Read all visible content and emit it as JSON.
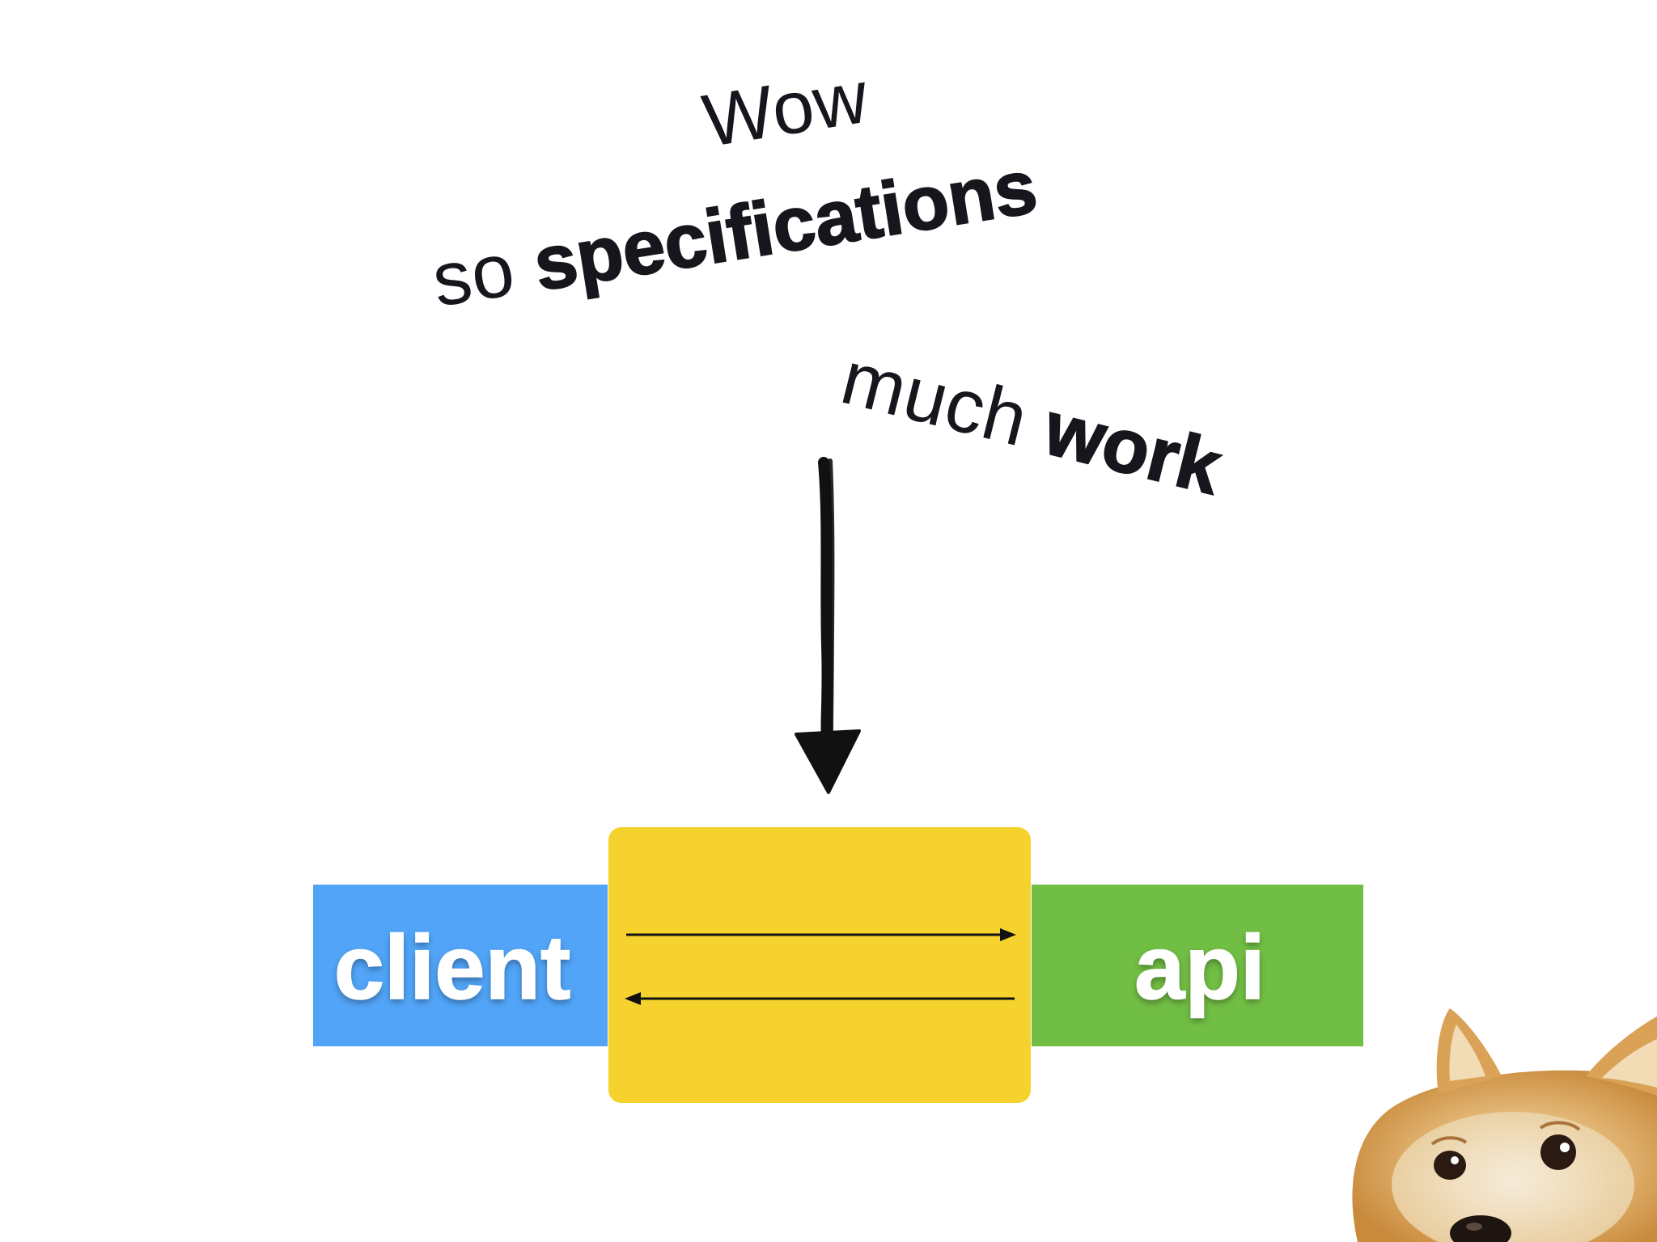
{
  "slide": {
    "background": "#ffffff"
  },
  "captions": {
    "wow": "Wow",
    "so_prefix": "so ",
    "so_emphasis": "specifications",
    "much_prefix": "much ",
    "much_emphasis": "work"
  },
  "diagram": {
    "client_label": "client",
    "api_label": "api",
    "client_color": "#51a4f7",
    "api_color": "#71be44",
    "spec_color": "#f5d22d",
    "arrows": [
      {
        "from": "client",
        "to": "api"
      },
      {
        "from": "api",
        "to": "client"
      }
    ],
    "pointer": {
      "from": "captions",
      "to": "specification-box"
    }
  },
  "illustration": {
    "icon": "shiba-inu-doge"
  }
}
